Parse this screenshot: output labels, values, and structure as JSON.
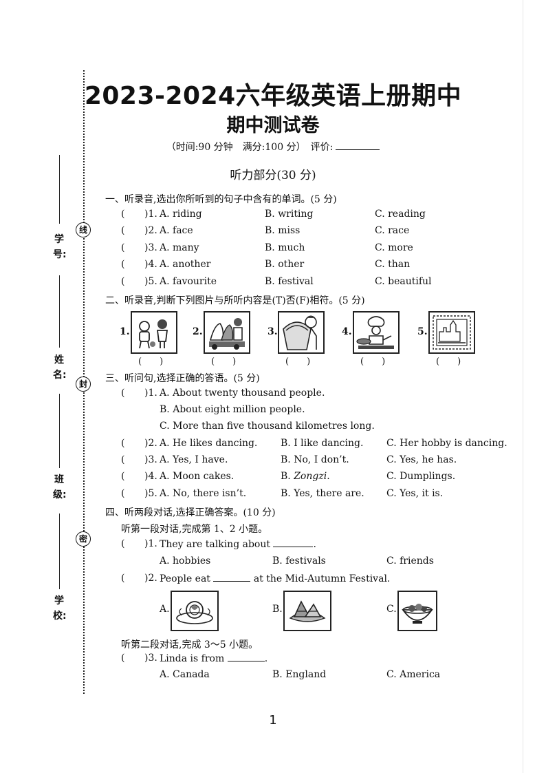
{
  "header": {
    "title": "2023-2024六年级英语上册期中",
    "subtitle": "期中测试卷",
    "info": "（时间:90 分钟　满分:100 分）　评价:"
  },
  "part_title": "听力部分(30 分)",
  "binding": {
    "marks": [
      "线",
      "封",
      "密"
    ],
    "fields": [
      "学号:",
      "姓名:",
      "班级:",
      "学校:"
    ]
  },
  "section1": {
    "heading": "一、听录音,选出你所听到的句子中含有的单词。(5 分)",
    "items": [
      {
        "n": ")1.",
        "a": "A. riding",
        "b": "B. writing",
        "c": "C. reading"
      },
      {
        "n": ")2.",
        "a": "A. face",
        "b": "B. miss",
        "c": "C. race"
      },
      {
        "n": ")3.",
        "a": "A. many",
        "b": "B. much",
        "c": "C. more"
      },
      {
        "n": ")4.",
        "a": "A. another",
        "b": "B. other",
        "c": "C. than"
      },
      {
        "n": ")5.",
        "a": "A. favourite",
        "b": "B. festival",
        "c": "C. beautiful"
      }
    ]
  },
  "section2": {
    "heading": "二、听录音,判断下列图片与所听内容是(T)否(F)相符。(5 分)",
    "pictures": [
      "1.",
      "2.",
      "3.",
      "4.",
      "5."
    ],
    "answer_blank": "(　　)"
  },
  "section3": {
    "heading": "三、听问句,选择正确的答语。(5 分)",
    "item1": {
      "n": ")1.",
      "a": "A. About twenty thousand people.",
      "b": "B. About eight million people.",
      "c": "C. More than five thousand kilometres long."
    },
    "items": [
      {
        "n": ")2.",
        "a": "A. He likes dancing.",
        "b": "B. I like dancing.",
        "c": "C. Her hobby is dancing."
      },
      {
        "n": ")3.",
        "a": "A. Yes, I have.",
        "b": "B. No, I don’t.",
        "c": "C. Yes, he has."
      },
      {
        "n": ")4.",
        "a": "A. Moon cakes.",
        "b_prefix": "B. ",
        "b_italic": "Zongzi",
        "b_suffix": ".",
        "c": "C. Dumplings."
      },
      {
        "n": ")5.",
        "a": "A. No, there isn’t.",
        "b": "B. Yes, there are.",
        "c": "C. Yes, it is."
      }
    ]
  },
  "section4": {
    "heading": "四、听两段对话,选择正确答案。(10 分)",
    "dialog1": "听第一段对话,完成第 1、2 小题。",
    "q1": {
      "n": ")1.",
      "text": "They are talking about",
      "end": ".",
      "a": "A. hobbies",
      "b": "B. festivals",
      "c": "C. friends"
    },
    "q2": {
      "n": ")2.",
      "text": "People eat",
      "text2": "at the Mid-Autumn Festival.",
      "a": "A.",
      "b": "B.",
      "c": "C."
    },
    "dialog2": "听第二段对话,完成 3～5 小题。",
    "q3": {
      "n": ")3.",
      "text": "Linda is from",
      "end": ".",
      "a": "A. Canada",
      "b": "B. England",
      "c": "C. America"
    }
  },
  "paren_open": "(",
  "page_number": "1"
}
